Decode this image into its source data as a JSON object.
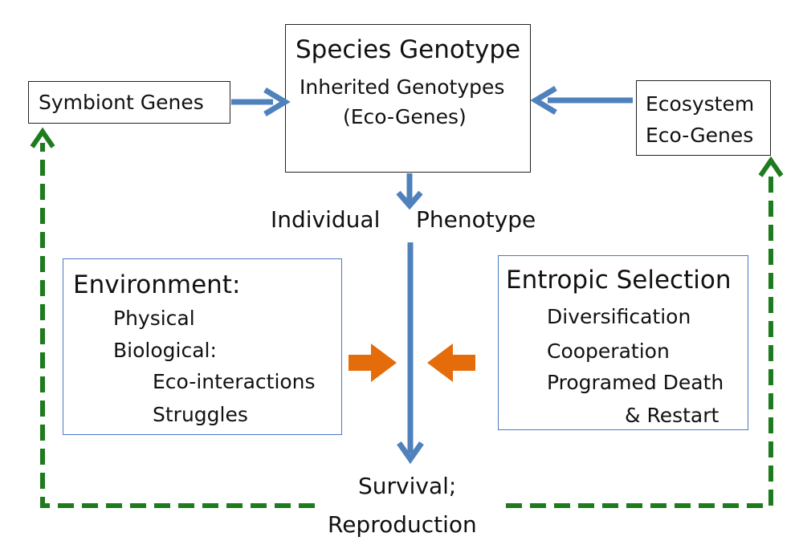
{
  "symbiont_box": {
    "label": "Symbiont Genes"
  },
  "genotype_box": {
    "title": "Species Genotype",
    "line1": "Inherited Genotypes",
    "line2": "(Eco-Genes)"
  },
  "ecosystem_box": {
    "line1": "Ecosystem",
    "line2": "Eco-Genes"
  },
  "phenotype": {
    "left": "Individual",
    "right": "Phenotype"
  },
  "environment_box": {
    "title": "Environment:",
    "items": [
      "Physical",
      "Biological:",
      "Eco-interactions",
      "Struggles"
    ]
  },
  "entropic_box": {
    "title": "Entropic Selection",
    "items": [
      "Diversification",
      "Cooperation",
      "Programed Death",
      "& Restart"
    ]
  },
  "outcome": {
    "line1": "Survival;",
    "line2": "Reproduction"
  },
  "colors": {
    "flow_arrow": "#4f81bd",
    "pressure_arrow": "#e46c0a",
    "feedback_arrow": "#1e7b1e",
    "box_border_black": "#222222",
    "box_border_blue": "#4a78c2"
  }
}
